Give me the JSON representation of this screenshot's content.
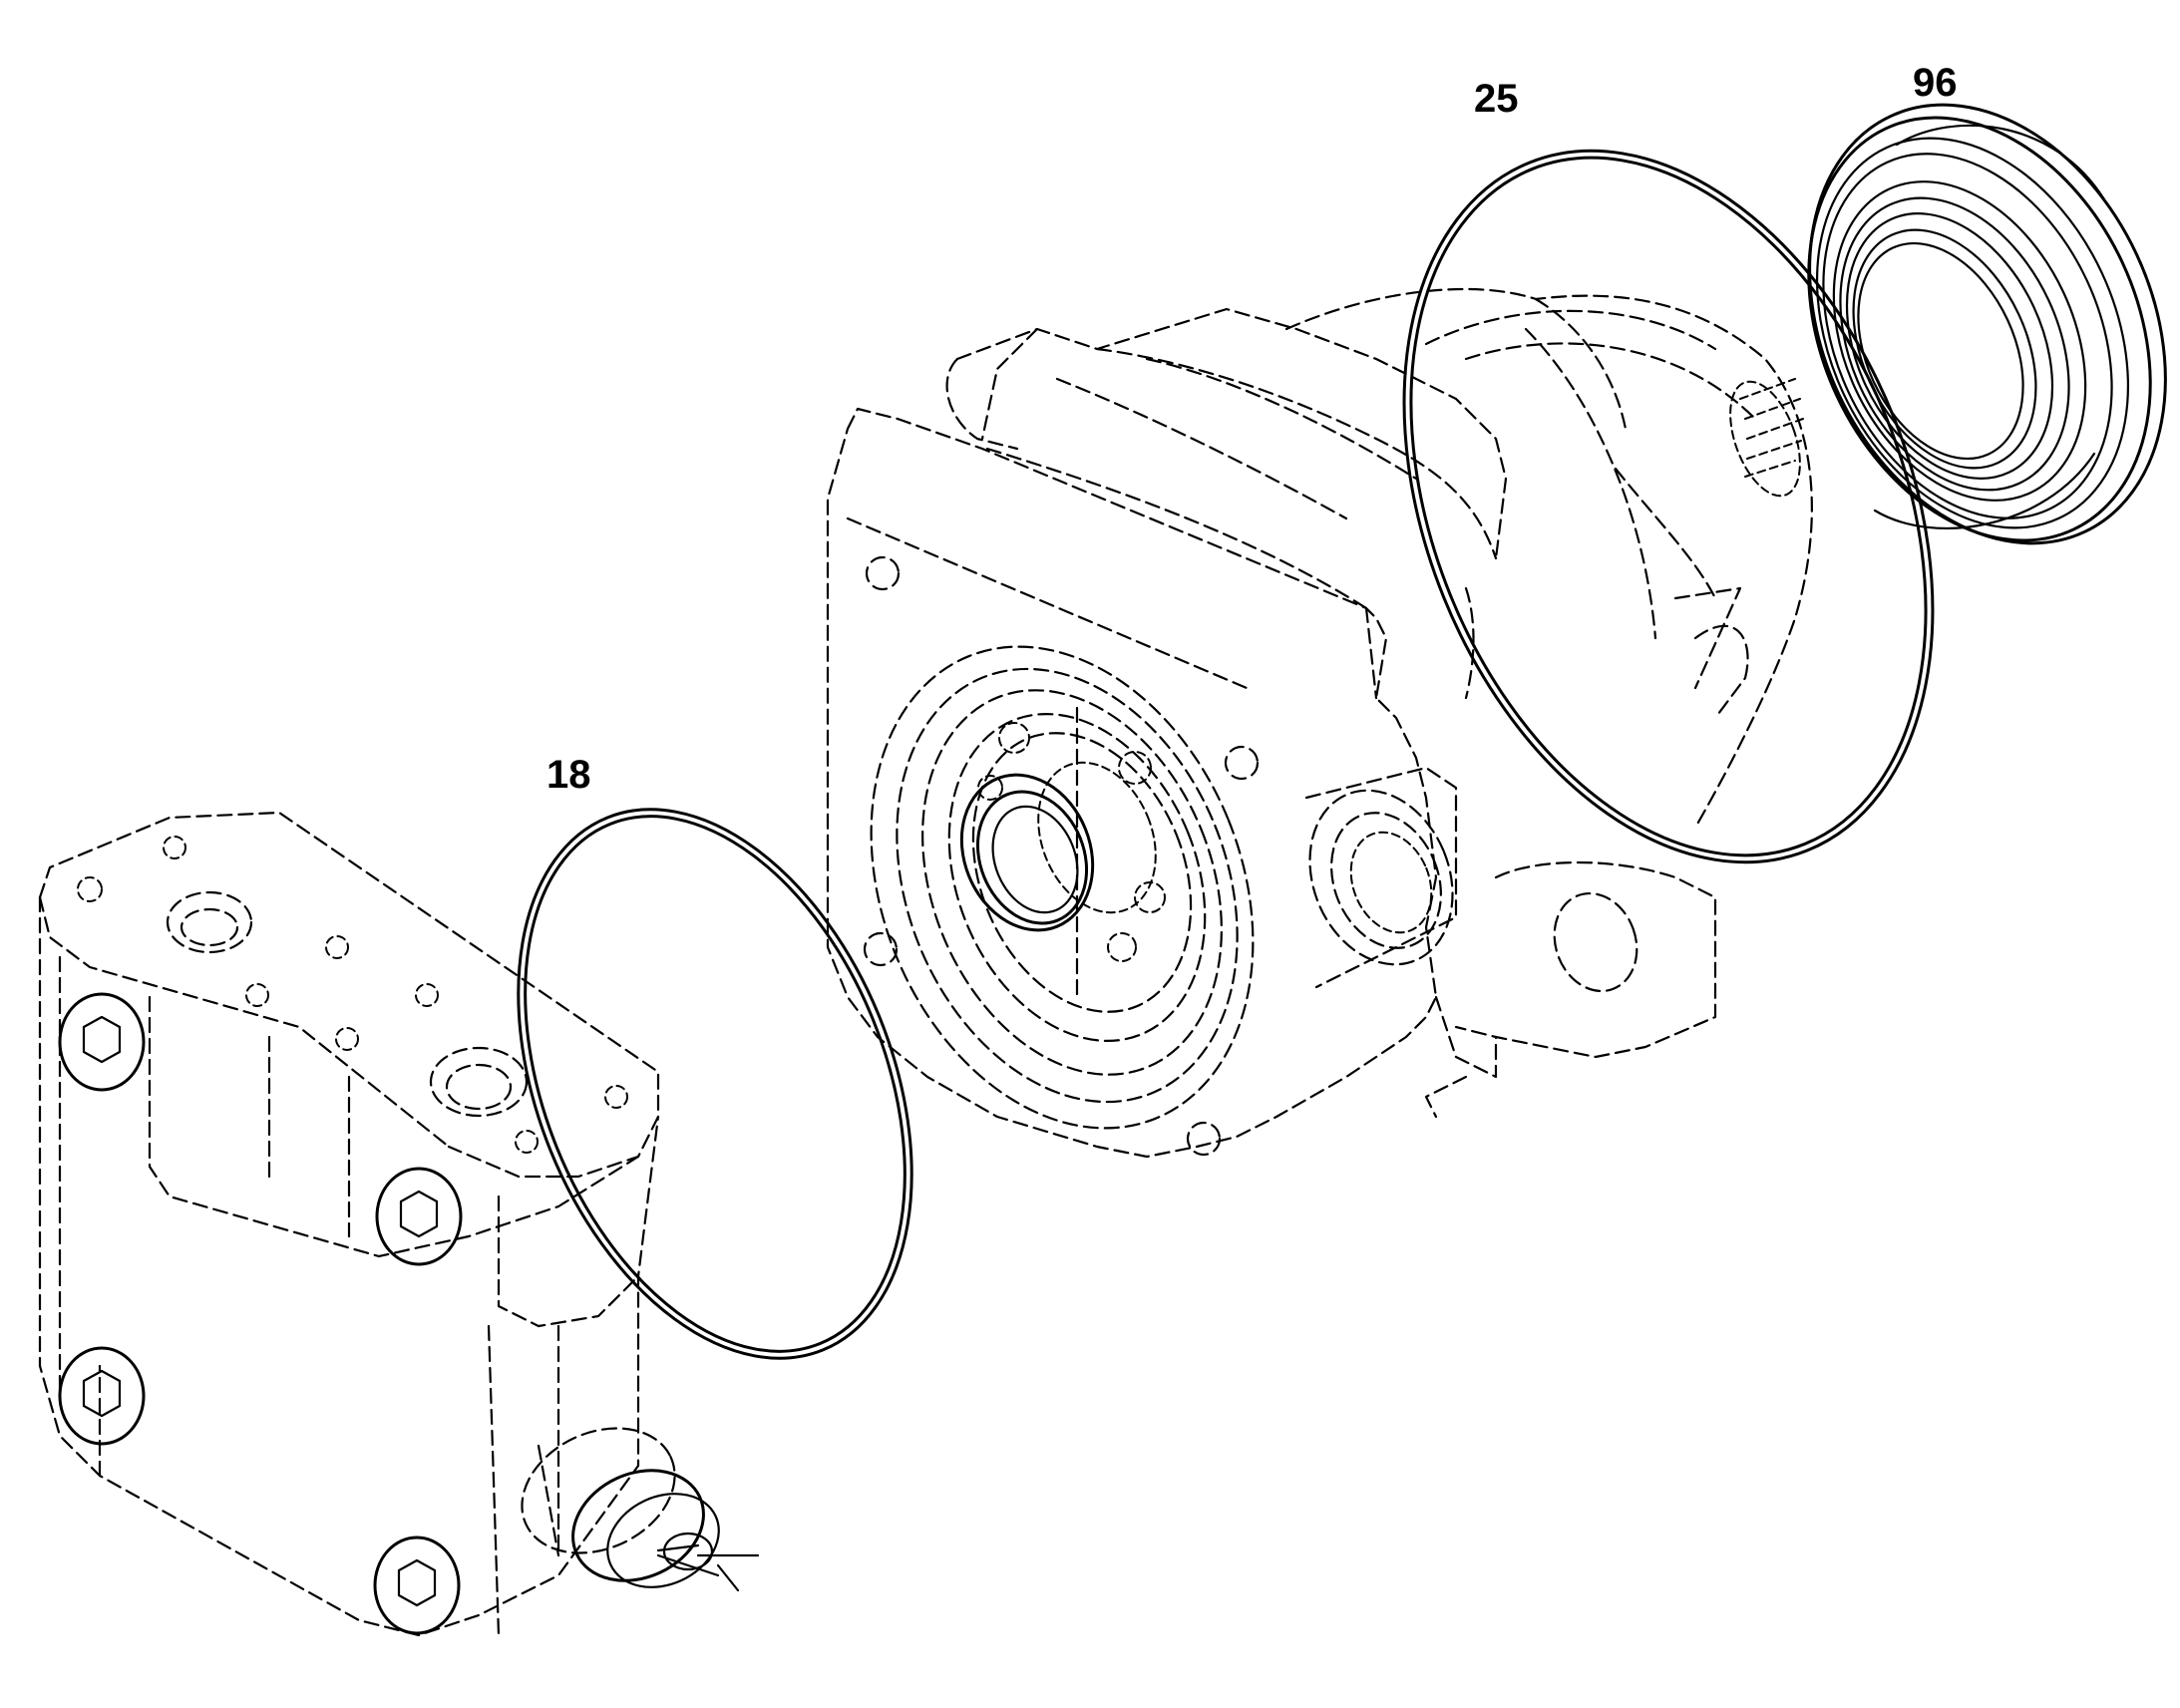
{
  "callouts": {
    "oring_small": "18",
    "oring_large": "25",
    "shaft_seal": "96"
  },
  "colors": {
    "background": "#ffffff",
    "linework": "#000000"
  }
}
